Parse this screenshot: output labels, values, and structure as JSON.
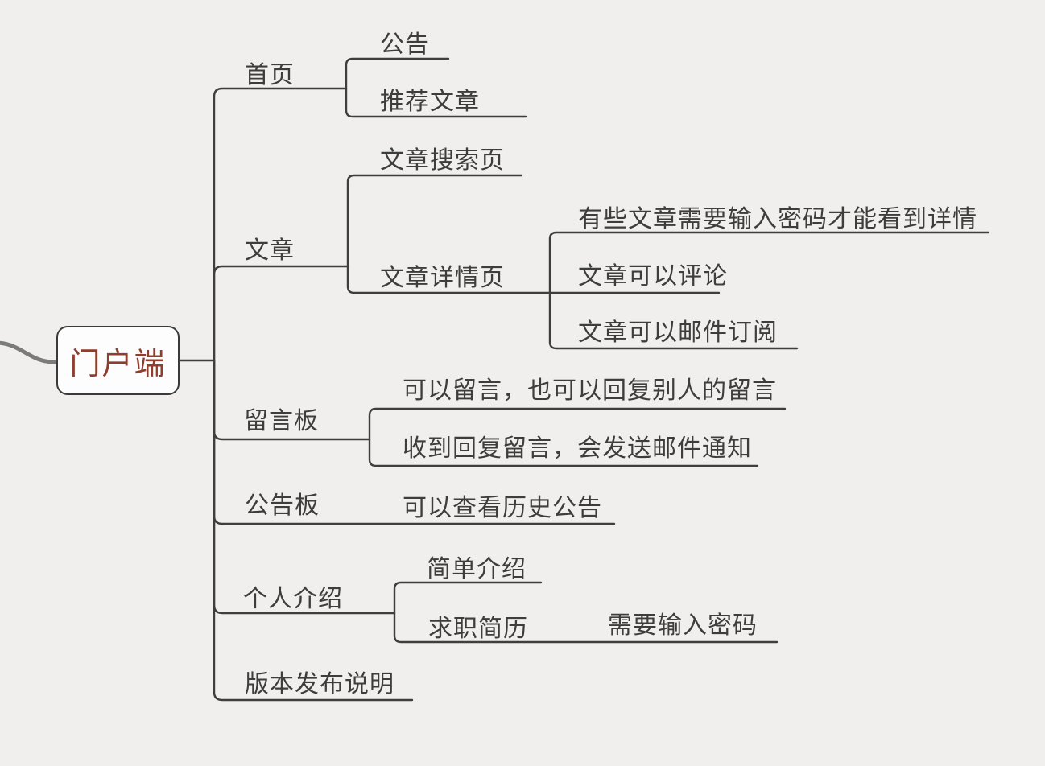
{
  "style": {
    "background": "#f0efed",
    "line_color": "#3e3e3e",
    "text_color": "#3d3d3d",
    "root_text_color": "#8e3e2d",
    "root_fill": "#fdfdfd",
    "root_border": "#3a3a3a",
    "parent_edge_color": "#7b7b7b"
  },
  "mindmap": {
    "root": {
      "label": "门户端"
    },
    "branches": [
      {
        "label": "首页",
        "children": [
          {
            "label": "公告"
          },
          {
            "label": "推荐文章"
          }
        ]
      },
      {
        "label": "文章",
        "children": [
          {
            "label": "文章搜索页"
          },
          {
            "label": "文章详情页",
            "children": [
              {
                "label": "有些文章需要输入密码才能看到详情"
              },
              {
                "label": "文章可以评论"
              },
              {
                "label": "文章可以邮件订阅"
              }
            ]
          }
        ]
      },
      {
        "label": "留言板",
        "children": [
          {
            "label": "可以留言，也可以回复别人的留言"
          },
          {
            "label": "收到回复留言，会发送邮件通知"
          }
        ]
      },
      {
        "label": "公告板",
        "children": [
          {
            "label": "可以查看历史公告"
          }
        ]
      },
      {
        "label": "个人介绍",
        "children": [
          {
            "label": "简单介绍"
          },
          {
            "label": "求职简历",
            "children": [
              {
                "label": "需要输入密码"
              }
            ]
          }
        ]
      },
      {
        "label": "版本发布说明",
        "children": []
      }
    ]
  }
}
